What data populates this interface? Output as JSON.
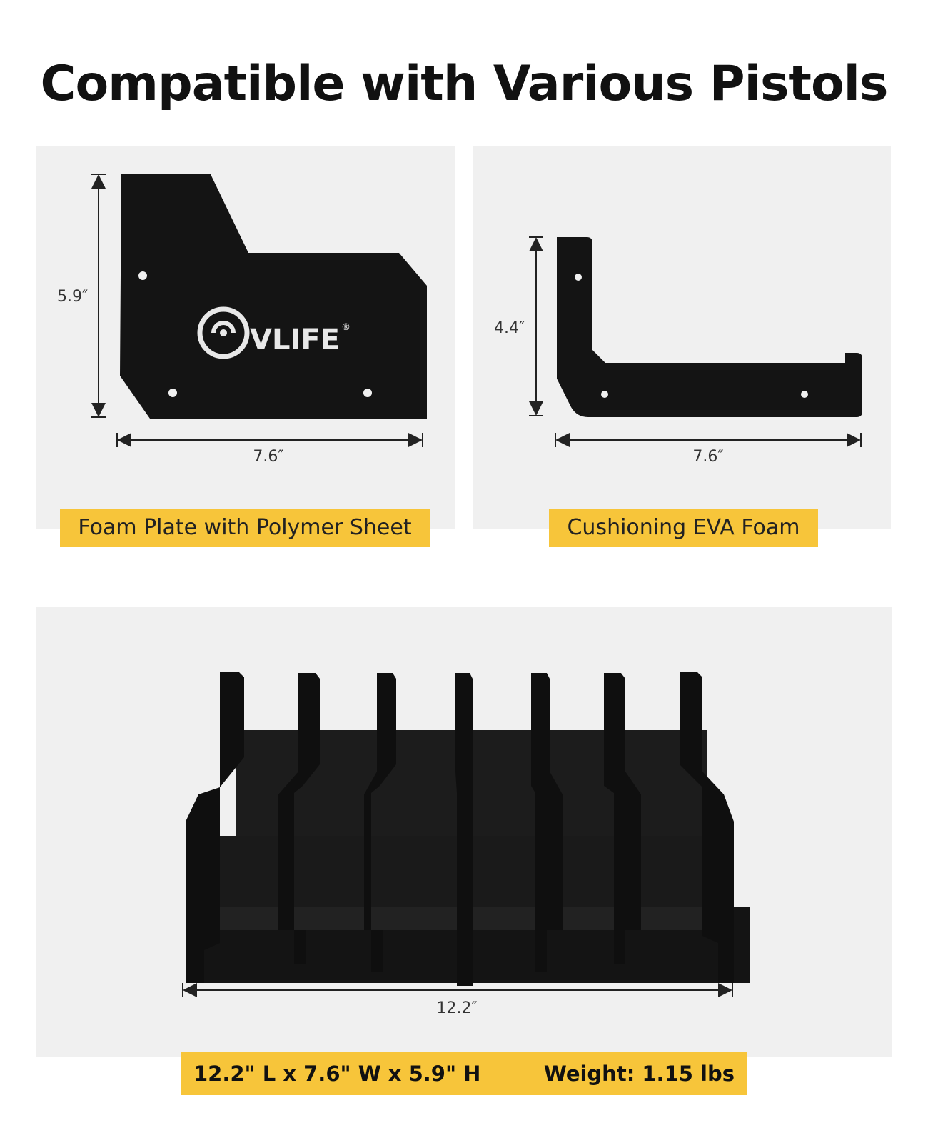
{
  "title": "Compatible with Various Pistols",
  "panel_a": {
    "height_label": "5.9″",
    "width_label": "7.6″",
    "logo_text": "VLIFE",
    "logo_mark": "®",
    "caption": "Foam Plate with Polymer Sheet"
  },
  "panel_b": {
    "height_label": "4.4″",
    "width_label": "7.6″",
    "caption": "Cushioning EVA Foam"
  },
  "panel_c": {
    "width_label": "12.2″"
  },
  "specs": {
    "dimensions": "12.2\" L x 7.6\" W x 5.9\" H",
    "weight": "Weight: 1.15 lbs"
  },
  "colors": {
    "accent": "#f7c53a",
    "panel_bg": "#f0f0f0",
    "foam": "#141414"
  }
}
